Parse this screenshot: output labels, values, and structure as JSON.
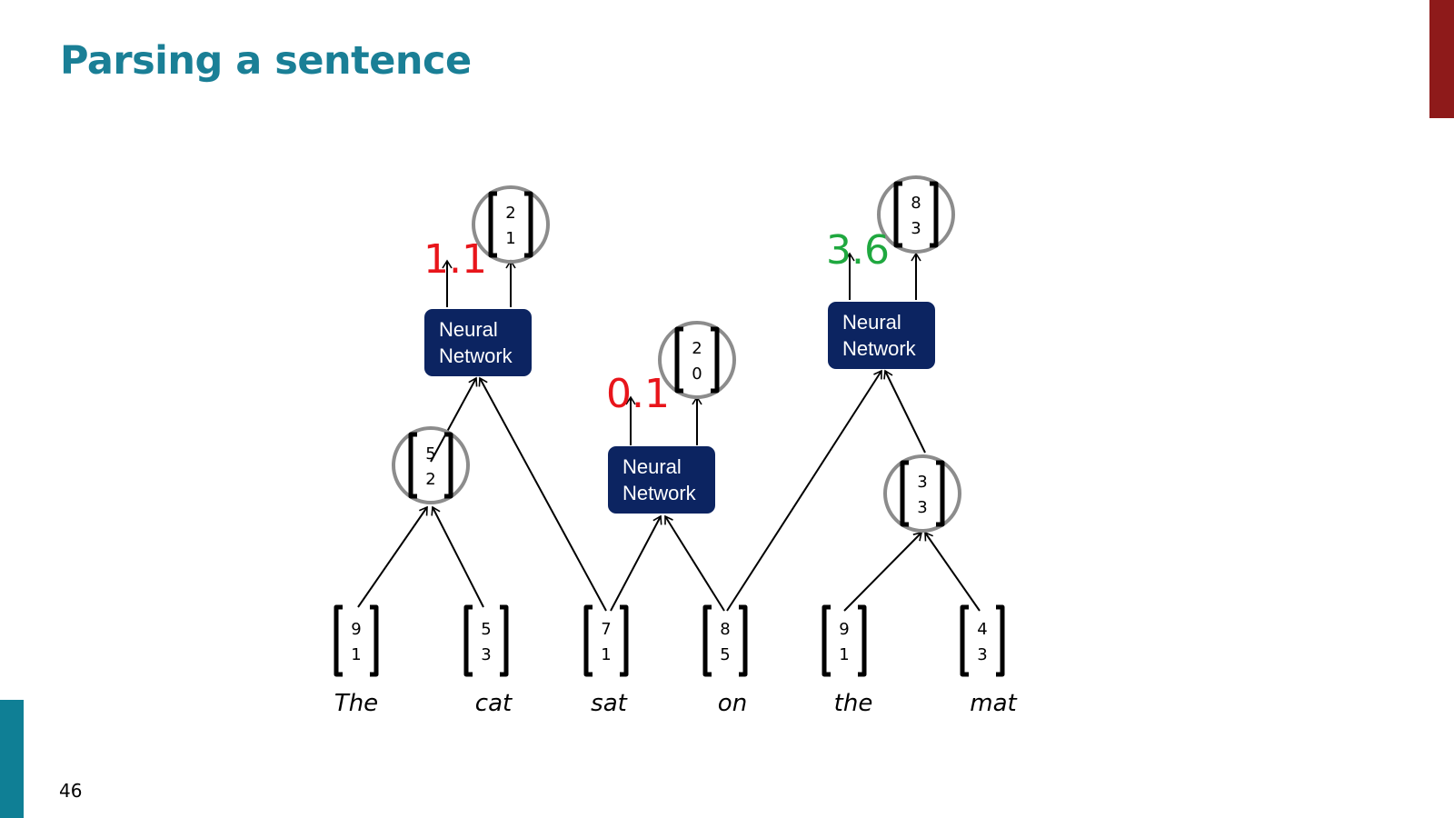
{
  "slide": {
    "title": "Parsing a sentence",
    "page_number": "46"
  },
  "colors": {
    "title": "#1a7f96",
    "network_box": "#0c2461",
    "score_low": "#e8151b",
    "score_high": "#1fa83f",
    "circle": "#8c8c8c",
    "accent_top": "#8e1a1a",
    "accent_bottom": "#0f7f95"
  },
  "diagram": {
    "words": [
      "The",
      "cat",
      "sat",
      "on",
      "the",
      "mat"
    ],
    "word_vectors": [
      [
        "9",
        "1"
      ],
      [
        "5",
        "3"
      ],
      [
        "7",
        "1"
      ],
      [
        "8",
        "5"
      ],
      [
        "9",
        "1"
      ],
      [
        "4",
        "3"
      ]
    ],
    "network_label": [
      "Neural",
      "Network"
    ],
    "merges": [
      {
        "name": "the-cat",
        "vector": [
          "2",
          "1"
        ],
        "score": "1.1",
        "score_color": "low"
      },
      {
        "name": "sat-on",
        "vector": [
          "2",
          "0"
        ],
        "score": "0.1",
        "score_color": "low"
      },
      {
        "name": "on-the-mat",
        "vector": [
          "8",
          "3"
        ],
        "score": "3.6",
        "score_color": "high"
      }
    ],
    "phrase_vectors": [
      {
        "name": "the-cat",
        "vector": [
          "5",
          "2"
        ]
      },
      {
        "name": "the-mat",
        "vector": [
          "3",
          "3"
        ]
      }
    ]
  }
}
